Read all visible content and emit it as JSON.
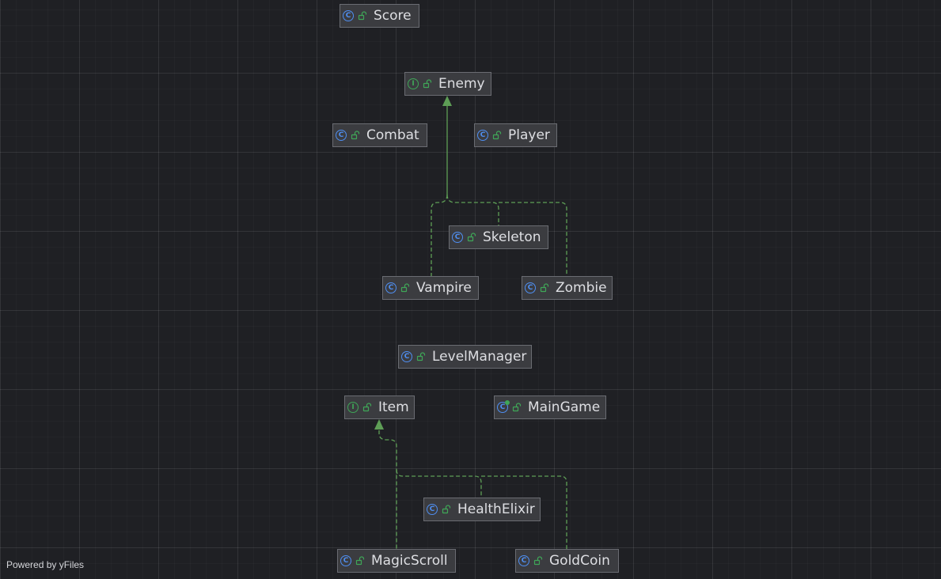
{
  "diagram": {
    "nodes": [
      {
        "id": "score",
        "label": "Score",
        "kind": "class"
      },
      {
        "id": "enemy",
        "label": "Enemy",
        "kind": "interface"
      },
      {
        "id": "combat",
        "label": "Combat",
        "kind": "class"
      },
      {
        "id": "player",
        "label": "Player",
        "kind": "class"
      },
      {
        "id": "skeleton",
        "label": "Skeleton",
        "kind": "class"
      },
      {
        "id": "vampire",
        "label": "Vampire",
        "kind": "class"
      },
      {
        "id": "zombie",
        "label": "Zombie",
        "kind": "class"
      },
      {
        "id": "levelmanager",
        "label": "LevelManager",
        "kind": "class"
      },
      {
        "id": "item",
        "label": "Item",
        "kind": "interface"
      },
      {
        "id": "maingame",
        "label": "MainGame",
        "kind": "runnable-class"
      },
      {
        "id": "healthelixir",
        "label": "HealthElixir",
        "kind": "class"
      },
      {
        "id": "magicscroll",
        "label": "MagicScroll",
        "kind": "class"
      },
      {
        "id": "goldcoin",
        "label": "GoldCoin",
        "kind": "class"
      }
    ],
    "edges": [
      {
        "from": "skeleton",
        "to": "enemy",
        "relation": "implements"
      },
      {
        "from": "vampire",
        "to": "enemy",
        "relation": "implements"
      },
      {
        "from": "zombie",
        "to": "enemy",
        "relation": "implements"
      },
      {
        "from": "healthelixir",
        "to": "item",
        "relation": "implements"
      },
      {
        "from": "magicscroll",
        "to": "item",
        "relation": "implements"
      },
      {
        "from": "goldcoin",
        "to": "item",
        "relation": "implements"
      }
    ]
  },
  "footer": {
    "credit": "Powered by yFiles"
  },
  "colors": {
    "background": "#1f2024",
    "node_fill": "#3b3c40",
    "node_border": "#6a6c72",
    "class_icon": "#4f8ff2",
    "interface_icon": "#3fa657",
    "edge": "#5e9e56"
  }
}
